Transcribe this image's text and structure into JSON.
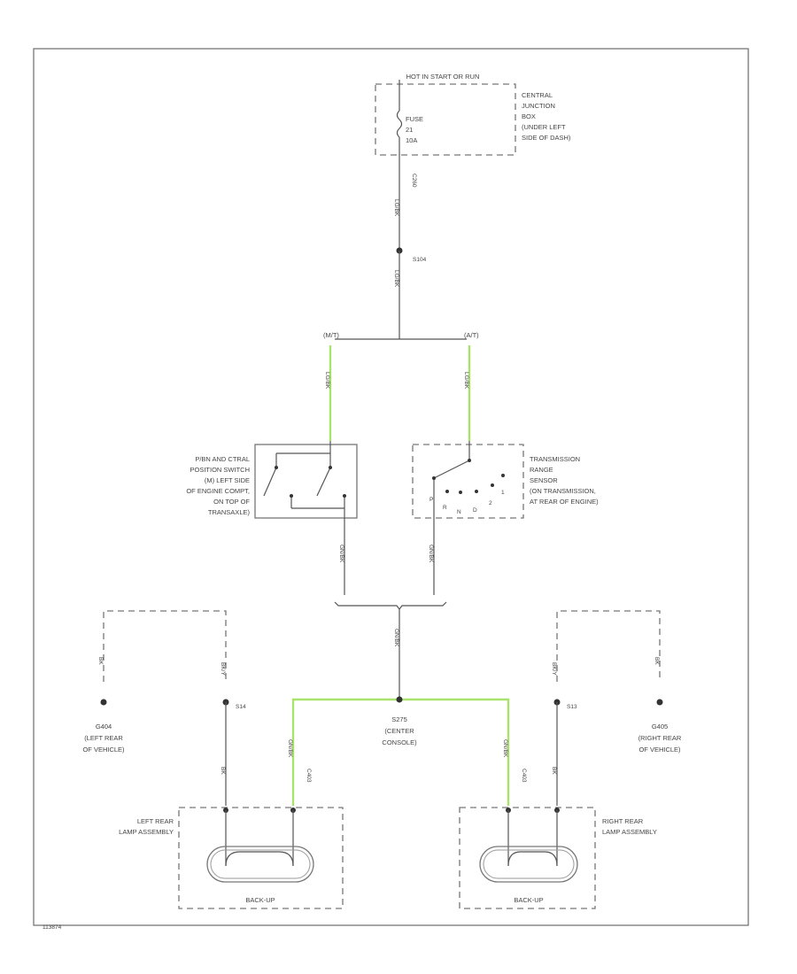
{
  "power": {
    "source": "HOT IN START OR RUN"
  },
  "junction_box": {
    "fuse_name": "FUSE",
    "fuse_number": "21",
    "fuse_rating": "10A",
    "desc": [
      "CENTRAL",
      "JUNCTION",
      "BOX",
      "(UNDER LEFT",
      "SIDE OF DASH)"
    ]
  },
  "connectors": {
    "c_top": "C260",
    "s_top": "S104",
    "left_lamp_conn": "C403",
    "right_lamp_conn": "C403",
    "s_left": "S14",
    "s_right": "S13"
  },
  "branches": {
    "manual": "(M/T)",
    "automatic": "(A/T)"
  },
  "pn_switch": {
    "desc": [
      "P/BN AND CTRAL",
      "POSITION SWITCH",
      "(M) LEFT SIDE",
      "OF ENGINE COMPT,",
      "ON TOP OF",
      "TRANSAXLE)"
    ]
  },
  "trs": {
    "desc": [
      "TRANSMISSION",
      "RANGE",
      "SENSOR",
      "(ON TRANSMISSION,",
      "AT REAR OF ENGINE)"
    ],
    "positions": [
      "P",
      "R",
      "N",
      "D",
      "2",
      "1"
    ]
  },
  "splices": {
    "center": "S275",
    "center_desc": [
      "(CENTER",
      "CONSOLE)"
    ]
  },
  "grounds": {
    "left": [
      "G404",
      "(LEFT REAR",
      "OF VEHICLE)"
    ],
    "right": [
      "G405",
      "(RIGHT REAR",
      "OF VEHICLE)"
    ]
  },
  "lamps": {
    "left": [
      "LEFT REAR",
      "LAMP ASSEMBLY"
    ],
    "right": [
      "RIGHT REAR",
      "LAMP ASSEMBLY"
    ],
    "bulb_label": "BACK-UP"
  },
  "wire_colors": {
    "pwr": "LG/BK",
    "sw": "LG/BK",
    "ground": "BK",
    "ground_tag": "BK/Y",
    "out": "GN/BK",
    "lamp": "GN/BK"
  },
  "colors": {
    "highlight": "#a9e36c",
    "line": "#555555"
  },
  "figure_id": "113874"
}
